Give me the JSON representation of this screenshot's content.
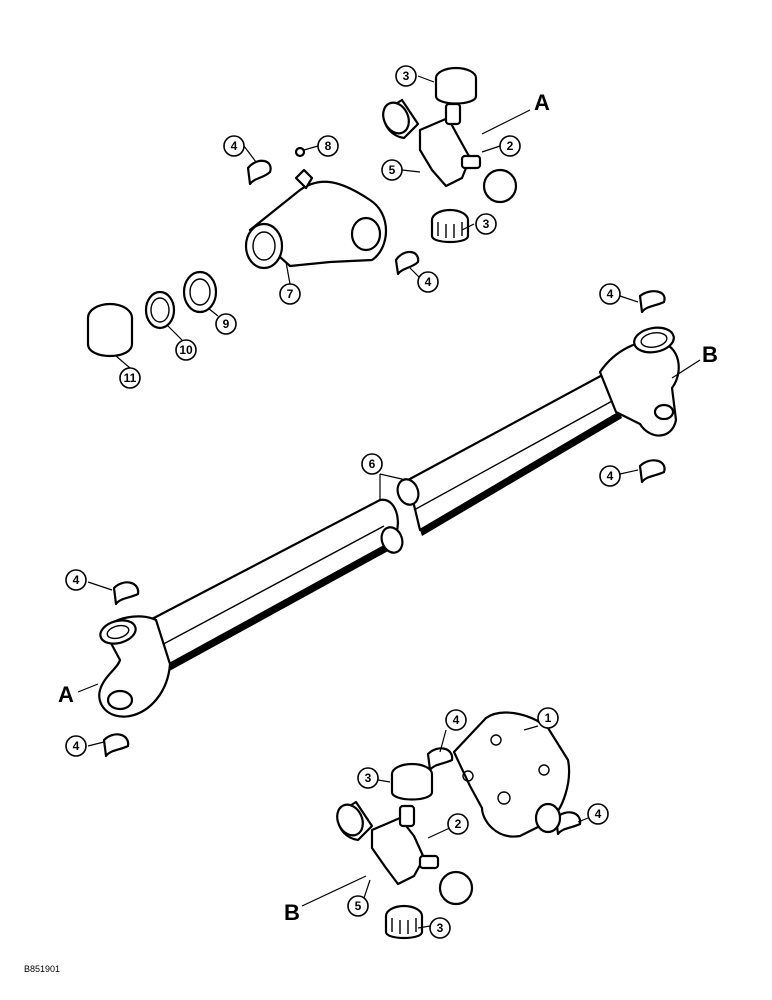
{
  "callouts": {
    "n1": "1",
    "n2": "2",
    "n3": "3",
    "n4": "4",
    "n5": "5",
    "n6": "6",
    "n7": "7",
    "n8": "8",
    "n9": "9",
    "n10": "10",
    "n11": "11"
  },
  "connection_labels": {
    "a": "A",
    "b": "B"
  },
  "figure_code": "B851901"
}
